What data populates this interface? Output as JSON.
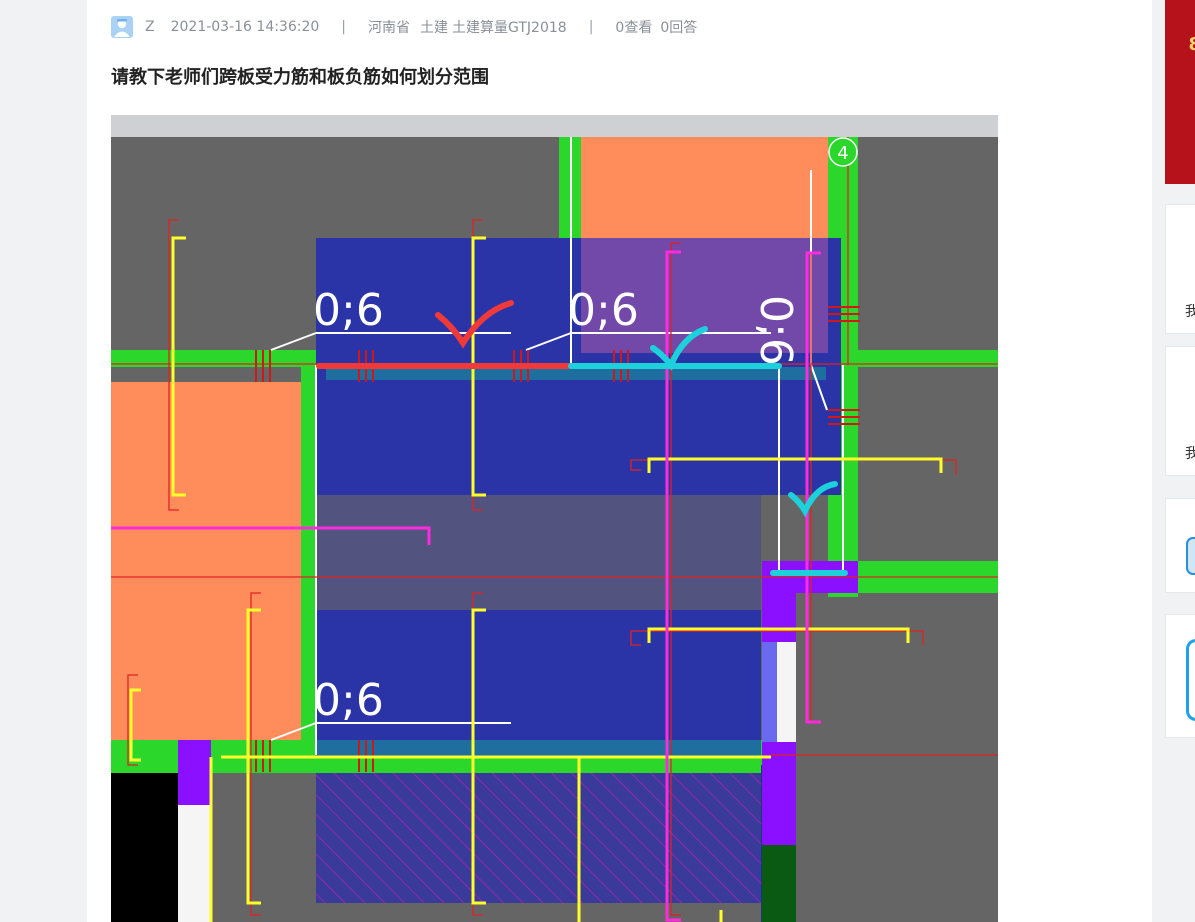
{
  "post": {
    "author": "Z",
    "datetime": "2021-03-16 14:36:20",
    "separator": "|",
    "province": "河南省",
    "category": "土建",
    "software": "土建算量GTJ2018",
    "views": "0查看",
    "answers": "0回答",
    "title": "请教下老师们跨板受力筋和板负筋如何划分范围"
  },
  "drawing": {
    "labels": [
      "0;6",
      "0;6",
      "0;6",
      "0;6"
    ],
    "axis_number": "4"
  },
  "sidebar": {
    "glyph_1": "我",
    "glyph_2": "我"
  },
  "colors": {
    "background": "#656565",
    "slab_blue": "#2b34a6",
    "beam_green": "#2cd72c",
    "column_orange": "#ff8d5c",
    "rebar_yellow": "#ffff29",
    "rebar_magenta": "#ff2bdc",
    "mark_red": "#f03a3a",
    "mark_cyan": "#1cd1dc"
  }
}
